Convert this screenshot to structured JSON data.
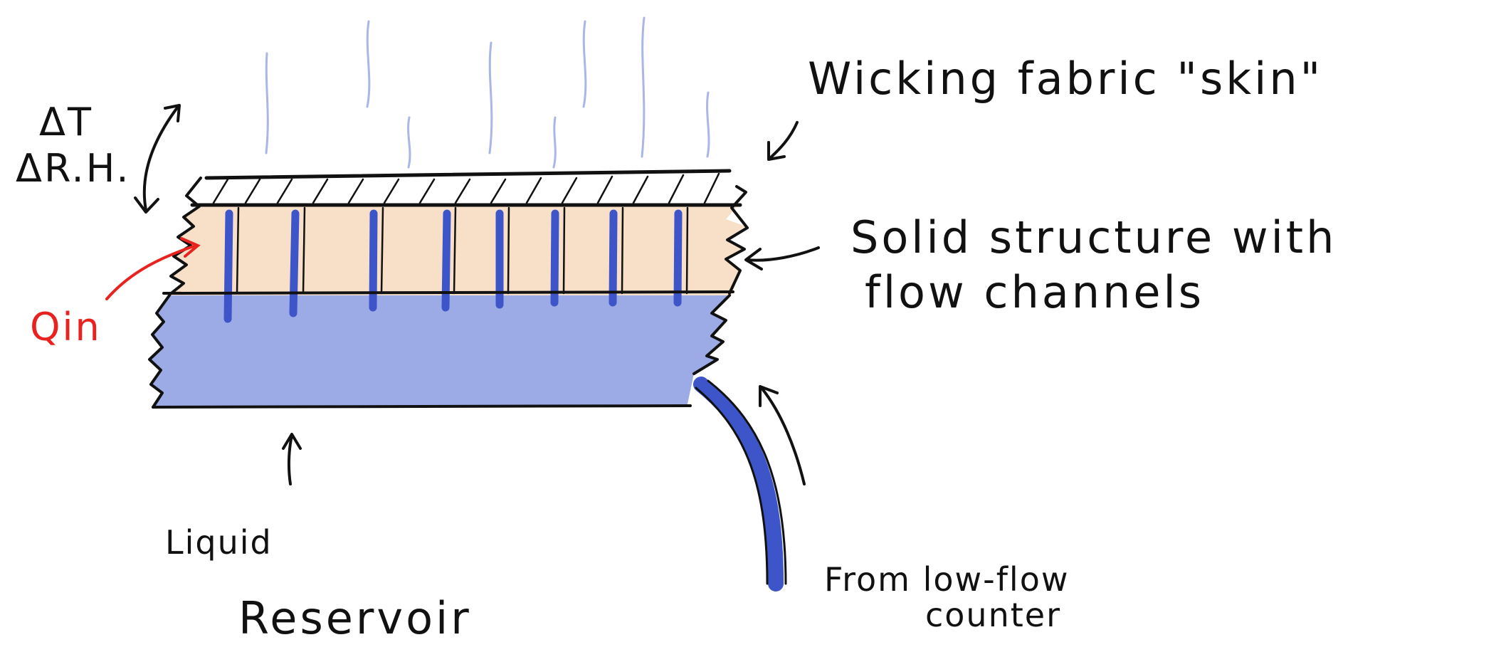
{
  "labels": {
    "delta_t": "ΔT",
    "delta_rh": "ΔR.H.",
    "q_in": "Qin",
    "wicking_fabric": "Wicking fabric \"skin\"",
    "solid_structure_line1": "Solid structure with",
    "solid_structure_line2": "flow channels",
    "liquid": "Liquid",
    "reservoir": "Reservoir",
    "from_low_flow_line1": "From low-flow",
    "from_low_flow_line2": "counter"
  },
  "colors": {
    "ink": "#111111",
    "heat_arrow": "#e8231f",
    "liquid_blue": "#8b9ce0",
    "channel_blue": "#3d55c8",
    "solid_beige": "#f7dfc8",
    "vapor": "#a9b6e6"
  },
  "icons": {
    "vapor_wisps": "wavy-lines",
    "arrows": "hand-drawn-arrow"
  }
}
